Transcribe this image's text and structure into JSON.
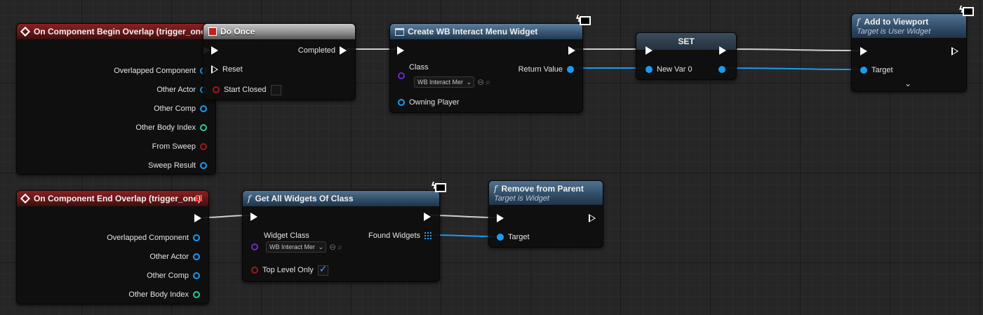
{
  "nodes": {
    "begin_overlap": {
      "title": "On Component Begin Overlap (trigger_one)",
      "pins": [
        "Overlapped Component",
        "Other Actor",
        "Other Comp",
        "Other Body Index",
        "From Sweep",
        "Sweep Result"
      ]
    },
    "do_once": {
      "title": "Do Once",
      "completed": "Completed",
      "reset": "Reset",
      "start_closed": "Start Closed"
    },
    "create_widget": {
      "title": "Create WB Interact Menu Widget",
      "class_label": "Class",
      "class_value": "WB Interact Mer",
      "return_value": "Return Value",
      "owning_player": "Owning Player"
    },
    "set_var": {
      "title": "SET",
      "var_label": "New Var 0"
    },
    "add_to_viewport": {
      "title": "Add to Viewport",
      "subtitle": "Target is User Widget",
      "target": "Target"
    },
    "end_overlap": {
      "title": "On Component End Overlap (trigger_one)",
      "pins": [
        "Overlapped Component",
        "Other Actor",
        "Other Comp",
        "Other Body Index"
      ]
    },
    "get_all_widgets": {
      "title": "Get All Widgets Of Class",
      "widget_class_label": "Widget Class",
      "widget_class_value": "WB Interact Mer",
      "found_widgets": "Found Widgets",
      "top_level_only": "Top Level Only",
      "top_level_checked": true
    },
    "remove_from_parent": {
      "title": "Remove from Parent",
      "subtitle": "Target is Widget",
      "target": "Target"
    }
  },
  "icons": {
    "function": "f",
    "event": "diamond-event-icon",
    "latent": "monitor-bolt-icon"
  },
  "colors": {
    "event_header": "#8a2020",
    "function_header": "#2f4b66",
    "object_pin": "#1d9bf0",
    "bool_pin": "#a01818",
    "int_pin": "#2dc8a0",
    "class_pin": "#6d2cc2",
    "exec_wire": "#d8d8d8"
  }
}
